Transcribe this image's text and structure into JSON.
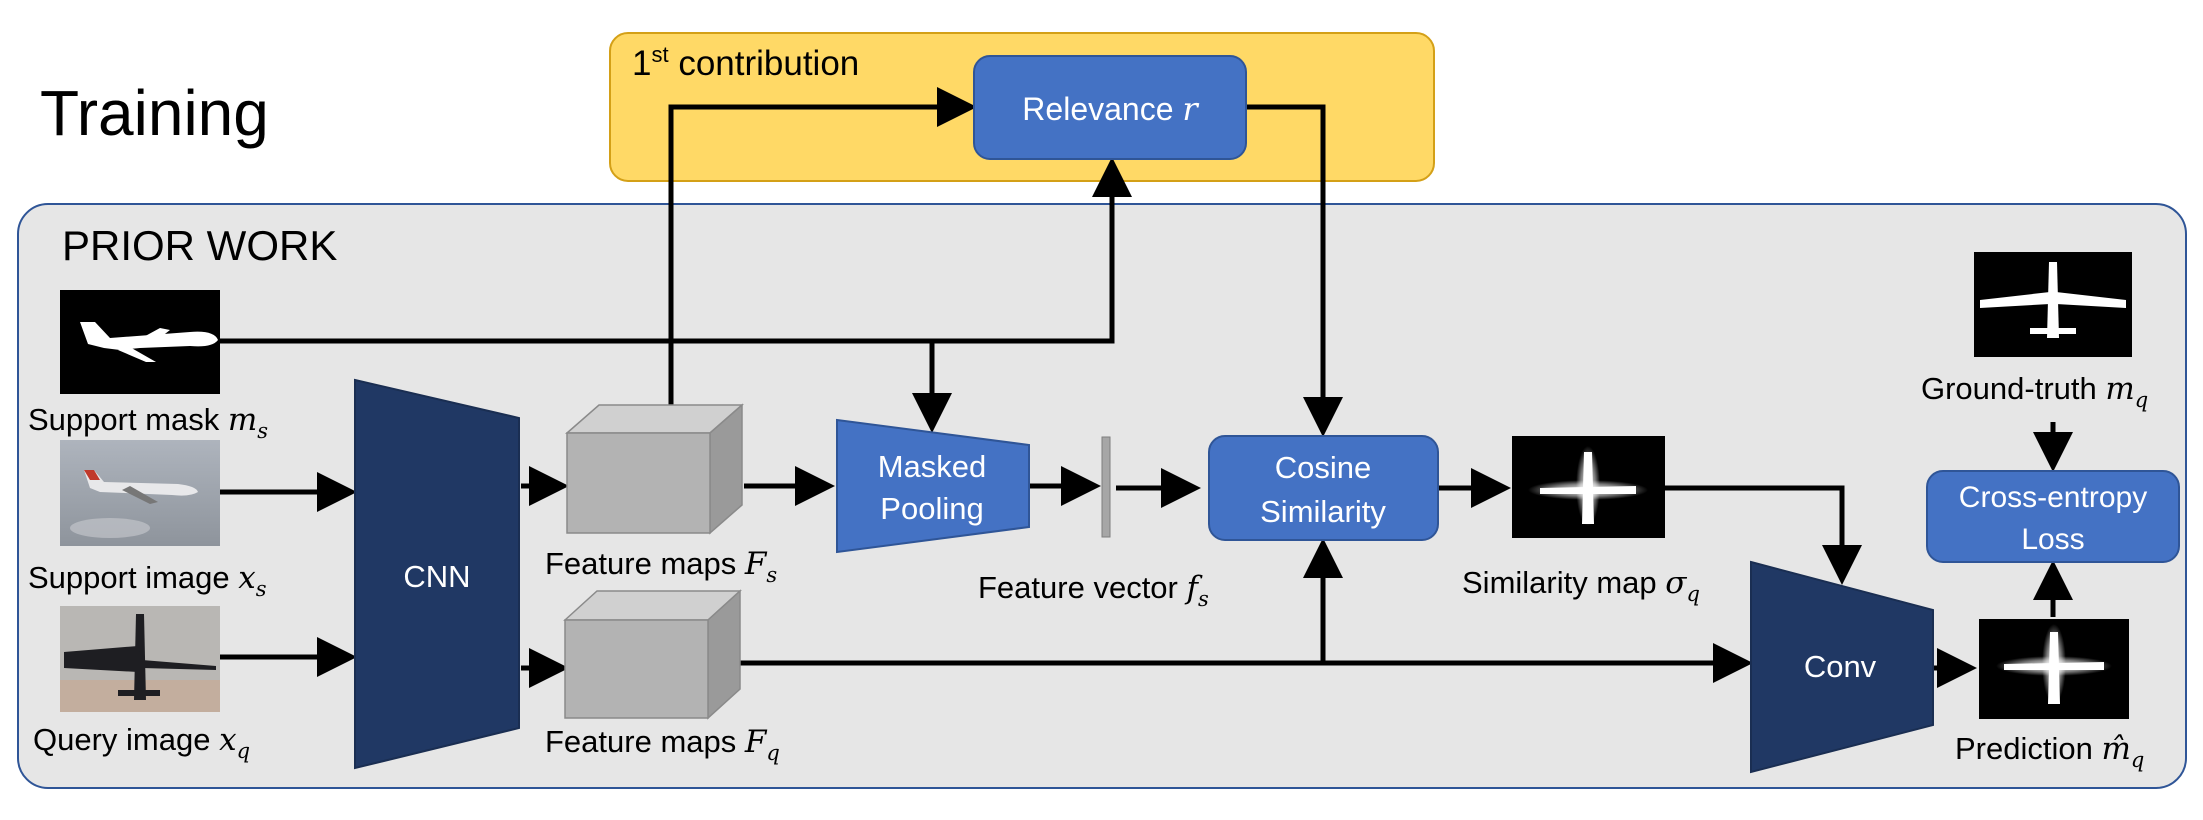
{
  "title": "Training",
  "contribution": {
    "prefix": "1",
    "superscript": "st",
    "suffix": " contribution"
  },
  "prior_work_label": "PRIOR WORK",
  "nodes": {
    "relevance": {
      "label": "Relevance ",
      "symbol": "r"
    },
    "masked_pooling": {
      "line1": "Masked",
      "line2": "Pooling"
    },
    "cosine_similarity": {
      "line1": "Cosine",
      "line2": "Similarity"
    },
    "cross_entropy": {
      "line1": "Cross-entropy",
      "line2": "Loss"
    },
    "cnn": "CNN",
    "conv": "Conv"
  },
  "labels": {
    "support_mask": {
      "text": "Support mask ",
      "symbol": "m",
      "sub": "s"
    },
    "support_image": {
      "text": "Support image ",
      "symbol": "x",
      "sub": "s"
    },
    "query_image": {
      "text": "Query image ",
      "symbol": "x",
      "sub": "q"
    },
    "feature_maps_s": {
      "text": "Feature maps ",
      "symbol": "F",
      "sub": "s"
    },
    "feature_maps_q": {
      "text": "Feature maps ",
      "symbol": "F",
      "sub": "q"
    },
    "feature_vector": {
      "text": "Feature vector ",
      "symbol": "f",
      "sub": "s"
    },
    "similarity_map": {
      "text": "Similarity map ",
      "symbol": "σ",
      "sub": "q"
    },
    "ground_truth": {
      "text": "Ground-truth ",
      "symbol": "m",
      "sub": "q"
    },
    "prediction": {
      "text": "Prediction ",
      "symbol": "m̂",
      "sub": "q"
    }
  },
  "colors": {
    "contribution_bg": "#FFD966",
    "contribution_border": "#D4A017",
    "prior_work_bg": "#E6E6E6",
    "prior_work_border": "#2F5597",
    "blue_box": "#4472C4",
    "dark_trapezoid": "#203864",
    "cube_gray": "#B3B3B3"
  },
  "icons": {
    "support_mask": "airplane-silhouette-icon",
    "support_image": "airplane-photo-icon",
    "query_image": "airplane-photo-icon",
    "similarity_map": "airplane-heatmap-icon",
    "ground_truth": "airplane-silhouette-icon",
    "prediction": "airplane-heatmap-icon"
  }
}
